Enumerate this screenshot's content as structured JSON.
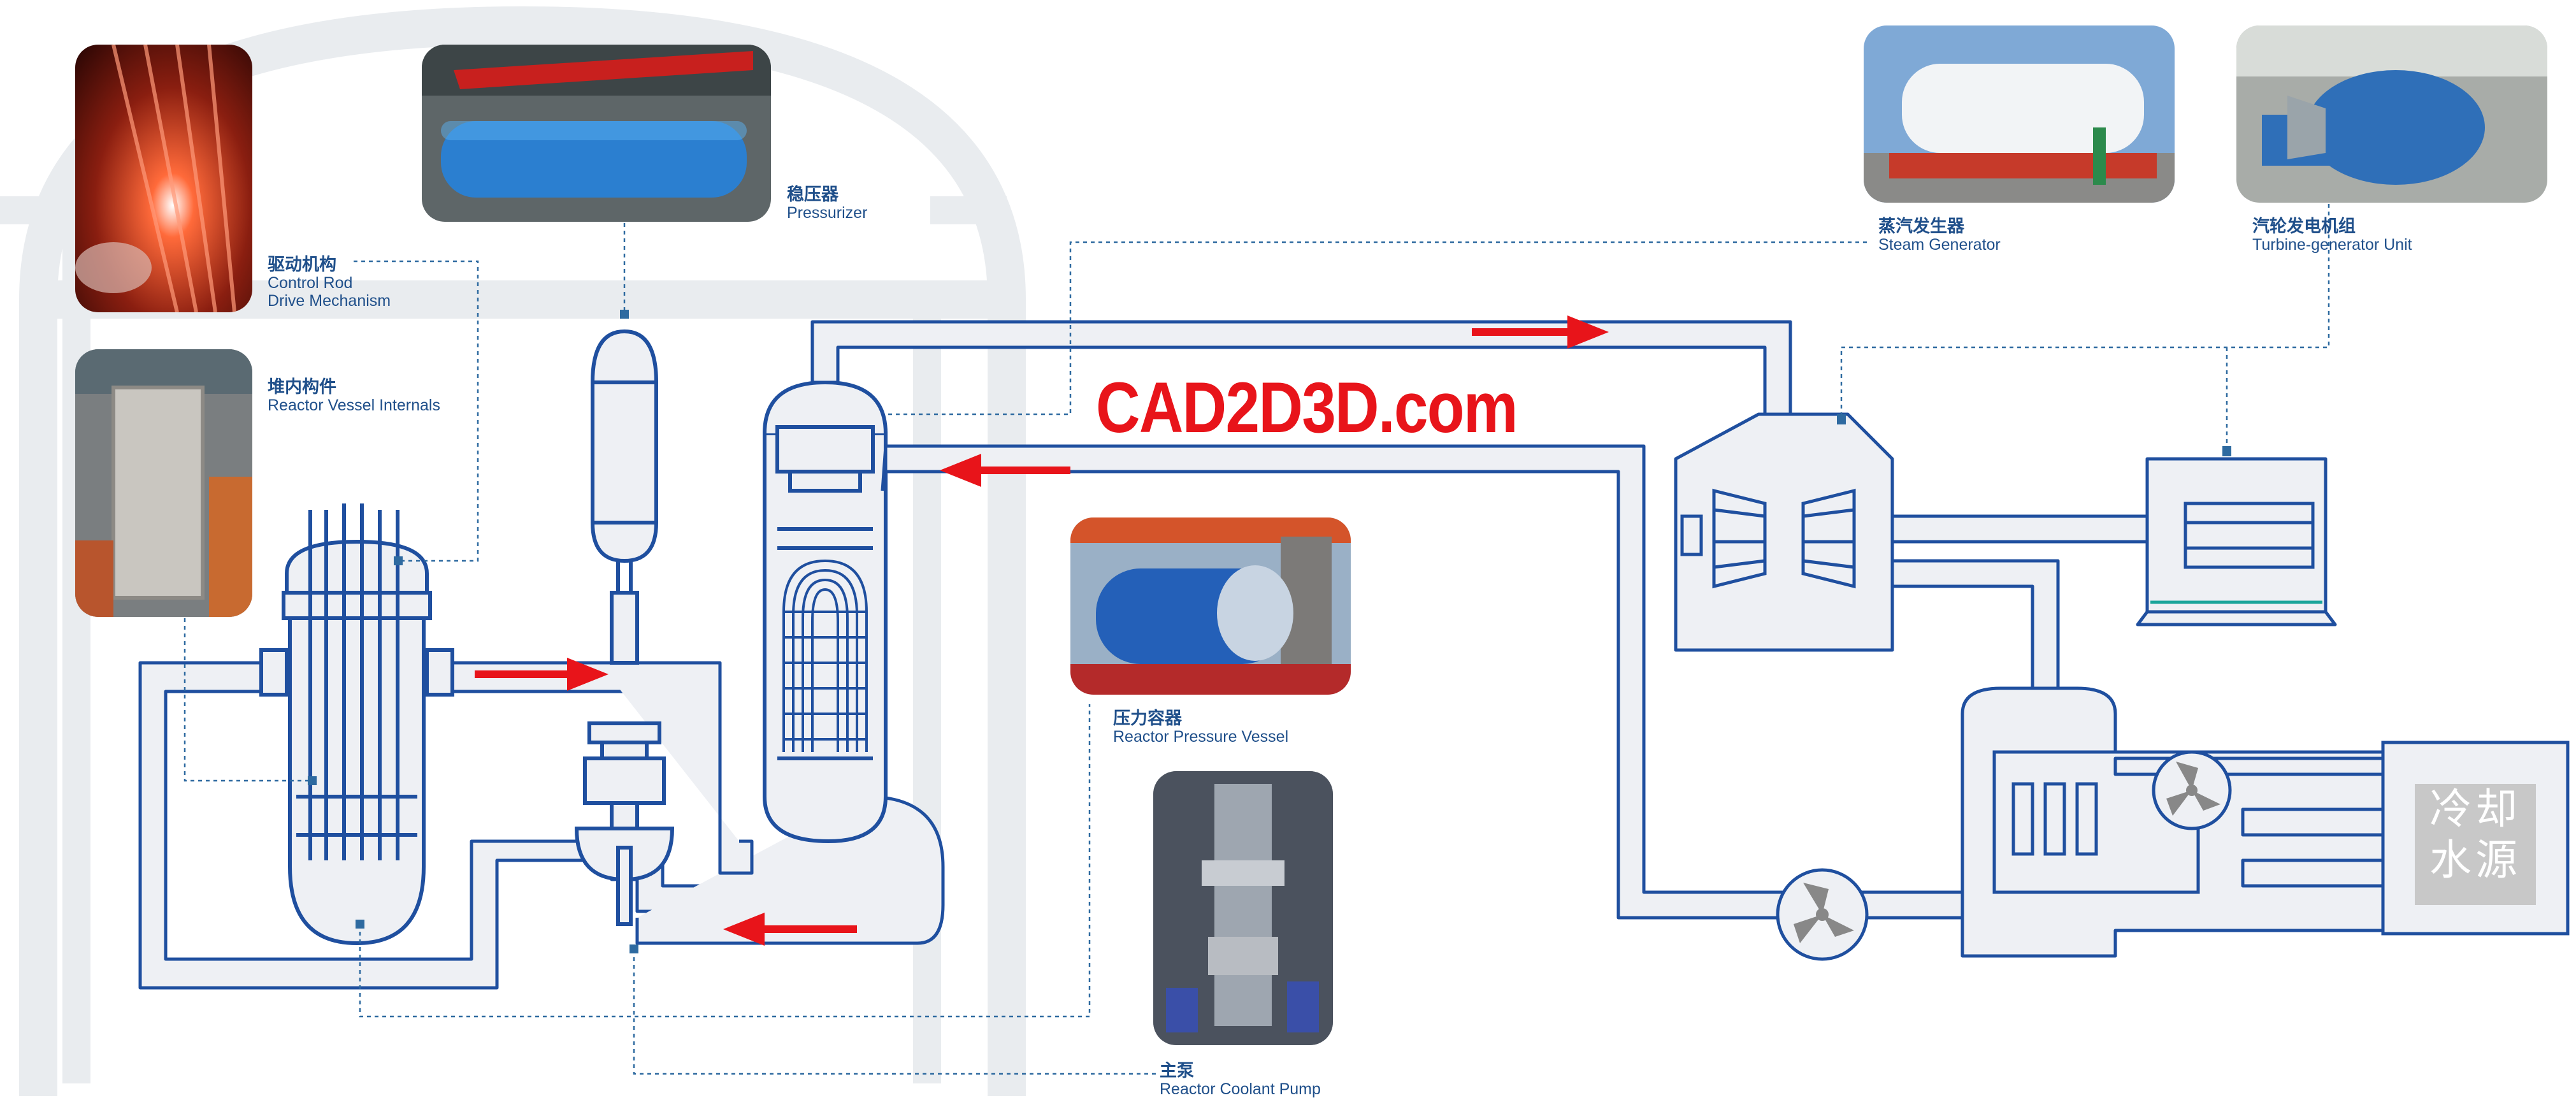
{
  "labels": {
    "crdm": {
      "zh": "驱动机构",
      "en1": "Control Rod",
      "en2": "Drive Mechanism"
    },
    "internals": {
      "zh": "堆内构件",
      "en": "Reactor Vessel Internals"
    },
    "pressurizer": {
      "zh": "稳压器",
      "en": "Pressurizer"
    },
    "steam_generator": {
      "zh": "蒸汽发生器",
      "en": "Steam Generator"
    },
    "turbine": {
      "zh": "汽轮发电机组",
      "en": "Turbine-generator Unit"
    },
    "rpv": {
      "zh": "压力容器",
      "en": "Reactor Pressure Vessel"
    },
    "pump": {
      "zh": "主泵",
      "en": "Reactor Coolant Pump"
    },
    "cooling": {
      "zh": "冷却水源"
    }
  },
  "watermark": "CAD2D3D.com",
  "colors": {
    "pipe_stroke": "#1f4f9f",
    "pipe_fill": "#eef0f4",
    "building": "#e9ecef",
    "flow_arrow": "#e8141a",
    "leader": "#2e6aa0",
    "cooling_box": "#c8c8c8",
    "condenser_line": "#1aa59a"
  },
  "icons": [
    "flow-arrow-icon",
    "pump-impeller-icon",
    "fan-icon"
  ]
}
